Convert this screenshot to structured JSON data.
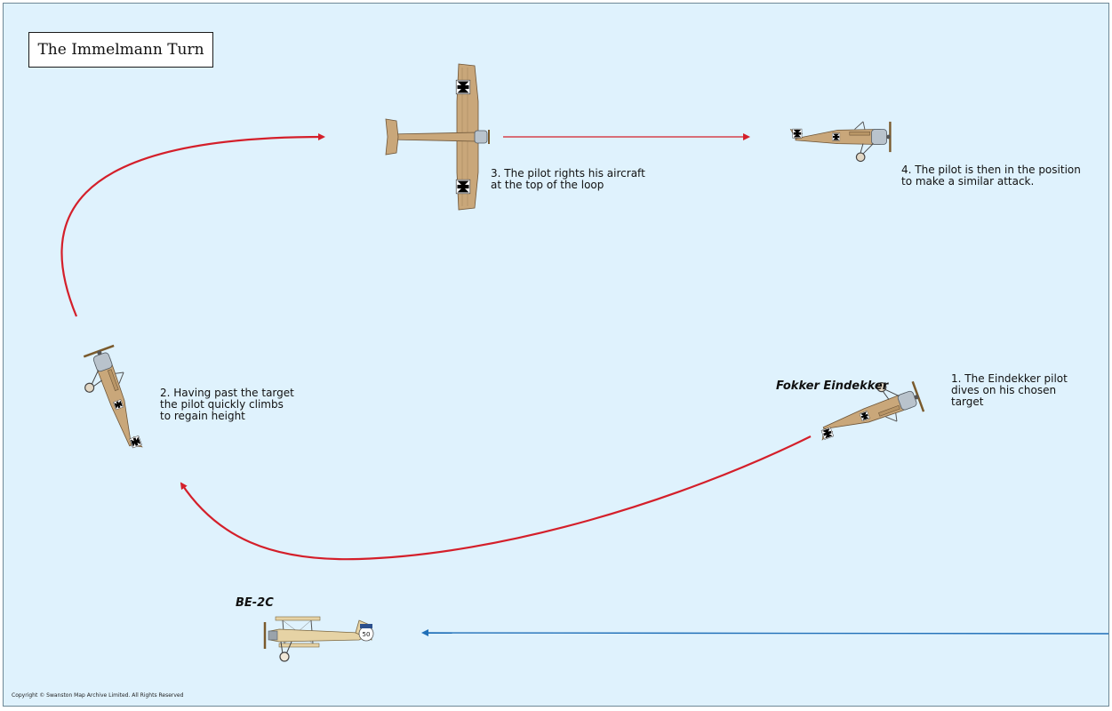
{
  "title": "The Immelmann Turn",
  "colors": {
    "background": "#dff2fd",
    "fokker_path": "#d41f2a",
    "be2c_path": "#1f6fb8",
    "airframe": "#c9a77a"
  },
  "aircraft": {
    "fokker": "Fokker Eindekker",
    "be2c": "BE-2C",
    "be2c_roundel_number": "50"
  },
  "steps": [
    {
      "text": "1. The Eindekker pilot\ndives on his chosen\ntarget"
    },
    {
      "text": "2. Having past the target\nthe pilot quickly climbs\nto regain height"
    },
    {
      "text": "3. The pilot rights his aircraft\nat the top of the loop"
    },
    {
      "text": "4. The pilot is then in the position\nto make a similar attack."
    }
  ],
  "copyright": "Copyright © Swanston Map Archive Limited. All Rights Reserved"
}
